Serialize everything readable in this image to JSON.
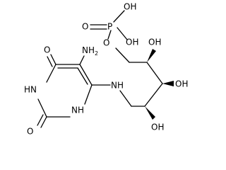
{
  "molecule": {
    "atoms": {
      "nh2": {
        "text": "NH",
        "sub": "2"
      },
      "o_top": "O",
      "hn_left": "HN",
      "o_bottom": "O",
      "nh_ring": "NH",
      "nh_link": "NH",
      "o_ester": "O",
      "p": "P",
      "o_double": "O",
      "oh_p1": "OH",
      "oh_p2": "OH",
      "oh_c2": "OH",
      "oh_c3": "OH",
      "oh_c4": "OH"
    }
  }
}
